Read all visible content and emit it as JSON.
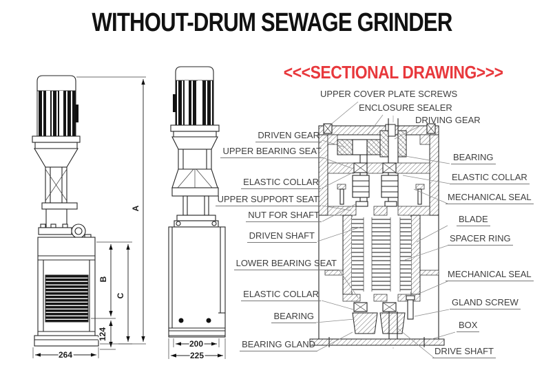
{
  "title": "WITHOUT-DRUM SEWAGE GRINDER",
  "sectional": {
    "heading": "<<<SECTIONAL DRAWING>>>",
    "heading_color": "#e8383c",
    "labels": {
      "upper_cover_plate_screws": "UPPER COVER PLATE SCREWS",
      "enclosure_sealer": "ENCLOSURE SEALER",
      "driving_gear": "DRIVING GEAR",
      "driven_gear": "DRIVEN GEAR",
      "upper_bearing_seat": "UPPER BEARING SEAT",
      "elastic_collar_left_upper": "ELASTIC COLLAR",
      "upper_support_seat": "UPPER SUPPORT SEAT",
      "nut_for_shaft": "NUT FOR SHAFT",
      "driven_shaft": "DRIVEN SHAFT",
      "lower_bearing_seat": "LOWER BEARING SEAT",
      "elastic_collar_left_lower": "ELASTIC COLLAR",
      "bearing_left": "BEARING",
      "bearing_gland": "BEARING GLAND",
      "bearing_right": "BEARING",
      "elastic_collar_right": "ELASTIC COLLAR",
      "mechanical_seal_upper": "MECHANICAL SEAL",
      "blade": "BLADE",
      "spacer_ring": "SPACER RING",
      "mechanical_seal_lower": "MECHANICAL SEAL",
      "gland_screw": "GLAND SCREW",
      "box": "BOX",
      "drive_shaft": "DRIVE SHAFT"
    }
  },
  "dimensions": {
    "front_width": "264",
    "front_inner_height": "124",
    "front_b": "B",
    "front_c": "C",
    "front_a": "A",
    "side_inner_width": "200",
    "side_width": "225"
  },
  "colors": {
    "accent_red": "#e8383c",
    "line": "#232323",
    "label": "#3e3e3e"
  }
}
